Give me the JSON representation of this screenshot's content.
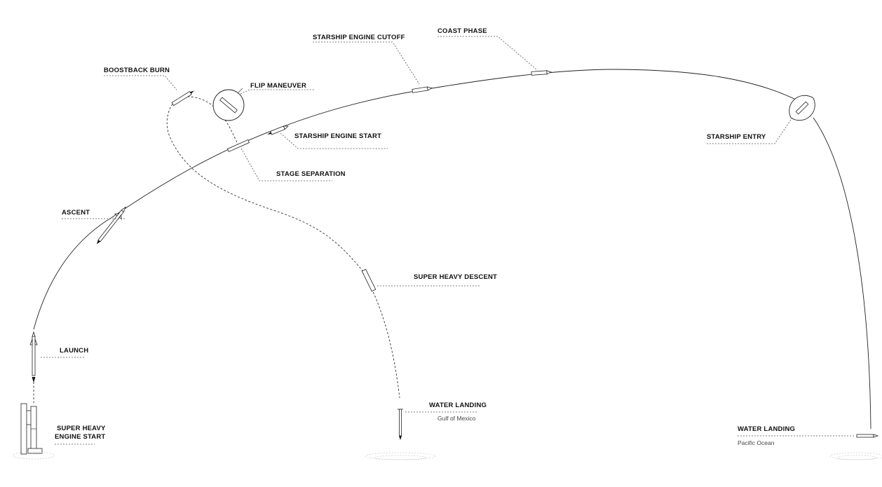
{
  "labels": {
    "starship_engine_cutoff": "STARSHIP ENGINE CUTOFF",
    "coast_phase": "COAST PHASE",
    "boostback_burn": "BOOSTBACK BURN",
    "flip_maneuver": "FLIP MANEUVER",
    "starship_engine_start": "STARSHIP ENGINE START",
    "stage_separation": "STAGE SEPARATION",
    "ascent": "ASCENT",
    "launch": "LAUNCH",
    "super_heavy_engine_start_line1": "SUPER HEAVY",
    "super_heavy_engine_start_line2": "ENGINE START",
    "super_heavy_descent": "SUPER HEAVY DESCENT",
    "water_landing_gulf": "WATER LANDING",
    "gulf_location": "Gulf of Mexico",
    "starship_entry": "STARSHIP ENTRY",
    "water_landing_pacific": "WATER LANDING",
    "pacific_location": "Pacific Ocean"
  },
  "colors": {
    "line": "#222222",
    "leader": "#555555",
    "text": "#111111",
    "subtext": "#444444",
    "water": "#cfcfcf"
  }
}
